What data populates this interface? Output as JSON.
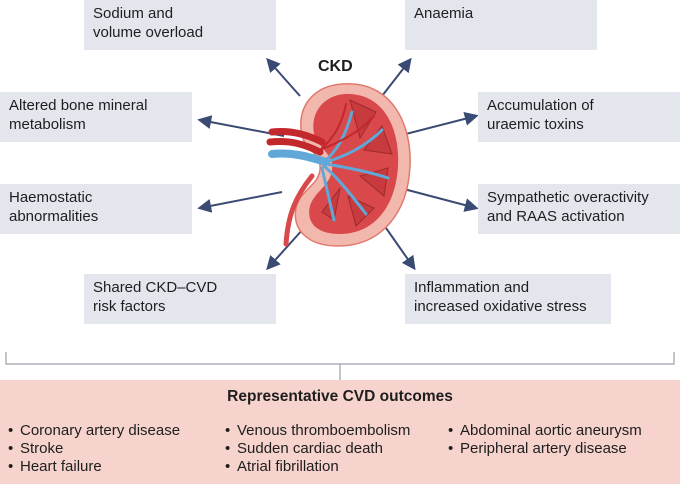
{
  "center_label": "CKD",
  "factors": {
    "top_left": [
      "Sodium and",
      "volume overload"
    ],
    "top_right": [
      "Anaemia"
    ],
    "mid_left_1": [
      "Altered bone mineral",
      "metabolism"
    ],
    "mid_right_1": [
      "Accumulation of",
      "uraemic toxins"
    ],
    "mid_left_2": [
      "Haemostatic",
      "abnormalities"
    ],
    "mid_right_2": [
      "Sympathetic overactivity",
      "and RAAS activation"
    ],
    "bottom_left": [
      "Shared CKD–CVD",
      "risk factors"
    ],
    "bottom_right": [
      "Inflammation and",
      "increased oxidative stress"
    ]
  },
  "outcomes": {
    "title": "Representative CVD outcomes",
    "columns": [
      [
        "Coronary artery disease",
        "Stroke",
        "Heart failure"
      ],
      [
        "Venous thromboembolism",
        "Sudden cardiac death",
        "Atrial fibrillation"
      ],
      [
        "Abdominal aortic aneurysm",
        "Peripheral artery disease"
      ]
    ]
  },
  "colors": {
    "box_fill": "#e3e6ed",
    "outcome_fill": "#f6d3cc",
    "arrow": "#3a4b73",
    "kidney_outer": "#f2b8ae",
    "kidney_inner": "#d9484a",
    "vein": "#5fa8d8"
  }
}
